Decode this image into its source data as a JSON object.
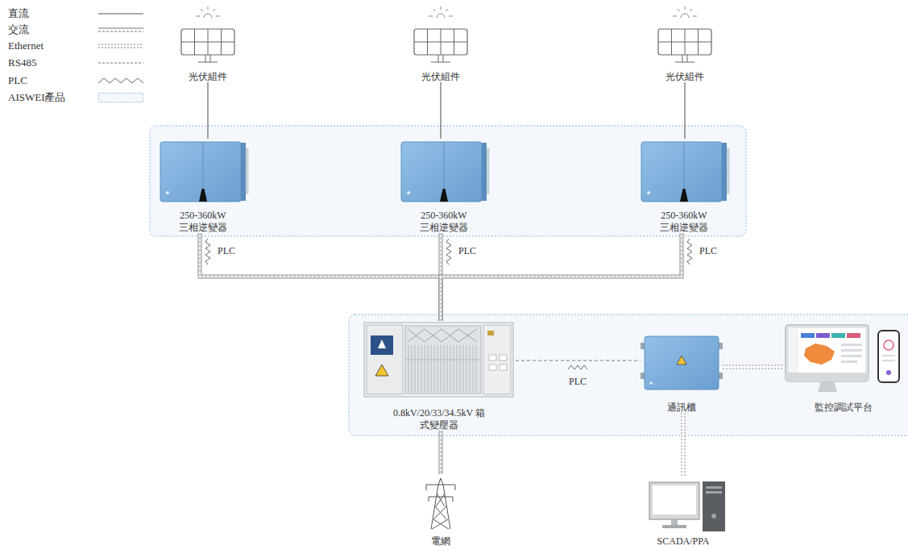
{
  "diagram": {
    "nodes": [
      {
        "text": [
          "光伏組件"
        ]
      },
      {
        "text": [
          "光伏組件"
        ]
      },
      {
        "text": [
          "光伏組件"
        ]
      },
      {
        "text": [
          "250-360kW 三相逆變器"
        ]
      },
      {
        "text": [
          "250-360kW 三相逆變器"
        ]
      },
      {
        "text": [
          "250-360kW 三相逆變器"
        ]
      },
      {
        "text": [
          "0.8kV/20/33/34.5kV 箱式變壓器"
        ]
      },
      {
        "text": [
          "通訊櫃"
        ]
      },
      {
        "text": [
          "監控調試平台"
        ]
      },
      {
        "text": [
          "電網"
        ]
      },
      {
        "text": [
          "SCADA/PPA"
        ]
      }
    ],
    "edges": [
      {
        "from": 0,
        "to": 3,
        "arrow": "none"
      },
      {
        "from": 1,
        "to": 4,
        "arrow": "none"
      },
      {
        "from": 2,
        "to": 5,
        "arrow": "none"
      },
      {
        "from": 3,
        "to": 6,
        "label": "PLC",
        "arrow": "none"
      },
      {
        "from": 4,
        "to": 6,
        "label": "PLC",
        "arrow": "none"
      },
      {
        "from": 5,
        "to": 6,
        "label": "PLC",
        "arrow": "none"
      },
      {
        "from": 6,
        "to": 7,
        "label": "PLC",
        "arrow": "none"
      },
      {
        "from": 7,
        "to": 8,
        "arrow": "none"
      },
      {
        "from": 6,
        "to": 9,
        "arrow": "none"
      },
      {
        "from": 7,
        "to": 10,
        "arrow": "none"
      }
    ],
    "legend": [
      {
        "text": "直流"
      },
      {
        "text": "交流"
      },
      {
        "text": "Ethernet"
      },
      {
        "text": "RS485"
      },
      {
        "text": "PLC"
      },
      {
        "text": "AISWEI產品"
      }
    ]
  }
}
